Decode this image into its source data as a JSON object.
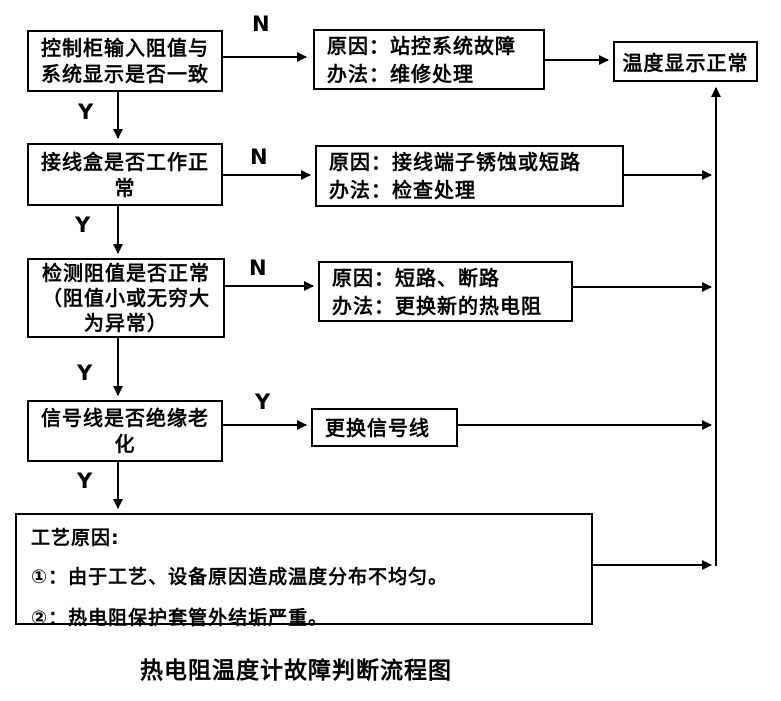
{
  "flowchart": {
    "caption": "热电阻温度计故障判断流程图",
    "yes_label": "Y",
    "no_label": "N",
    "decision1": "控制柜输入阻值与\n系统显示是否一致",
    "decision2": "接线盒是否工作正\n常",
    "decision3": "检测阻值是否正常\n（阻值小或无穷大\n为异常）",
    "decision4": "信号线是否绝缘老\n化",
    "remedy1": "原因：站控系统故障\n办法：维修处理",
    "remedy2": "原因：接线端子锈蚀或短路\n办法：检查处理",
    "remedy3": "原因：短路、断路\n办法：更换新的热电阻",
    "remedy4": "更换信号线",
    "outcome": "温度显示正常",
    "process_title": "工艺原因:",
    "process_item1": "①：由于工艺、设备原因造成温度分布不均匀。",
    "process_item2": "②：热电阻保护套管外结垢严重。"
  }
}
